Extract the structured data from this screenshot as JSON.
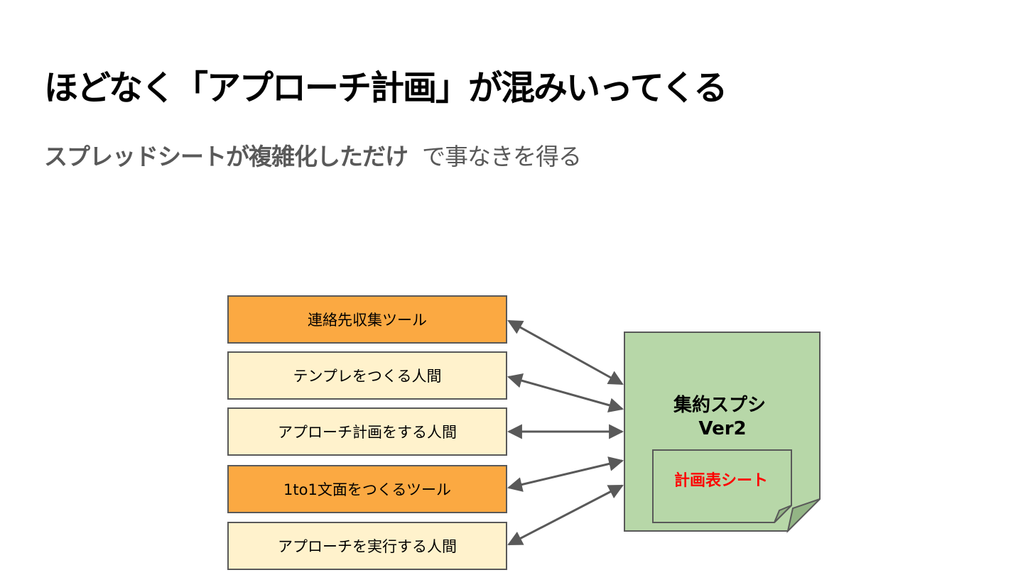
{
  "slide": {
    "title": "ほどなく「アプローチ計画」が混みいってくる",
    "subtitle_emphasis": "スプレッドシートが複雑化しただけ",
    "subtitle_rest": "で事なきを得る"
  },
  "diagram": {
    "boxes": [
      {
        "label": "連絡先収集ツール",
        "kind": "tool"
      },
      {
        "label": "テンプレをつくる人間",
        "kind": "human"
      },
      {
        "label": "アプローチ計画をする人間",
        "kind": "human"
      },
      {
        "label": "1to1文面をつくるツール",
        "kind": "tool"
      },
      {
        "label": "アプローチを実行する人間",
        "kind": "human"
      }
    ],
    "spreadsheet": {
      "title_line1": "集約スプシ",
      "title_line2": "Ver2",
      "inner_sheet_label": "計画表シート"
    },
    "colors": {
      "tool_fill": "#FBA942",
      "human_fill": "#FFF2CC",
      "box_border": "#595959",
      "spreadsheet_fill": "#B7D7A8",
      "arrow": "#595959",
      "inner_label": "#FF0000"
    }
  }
}
